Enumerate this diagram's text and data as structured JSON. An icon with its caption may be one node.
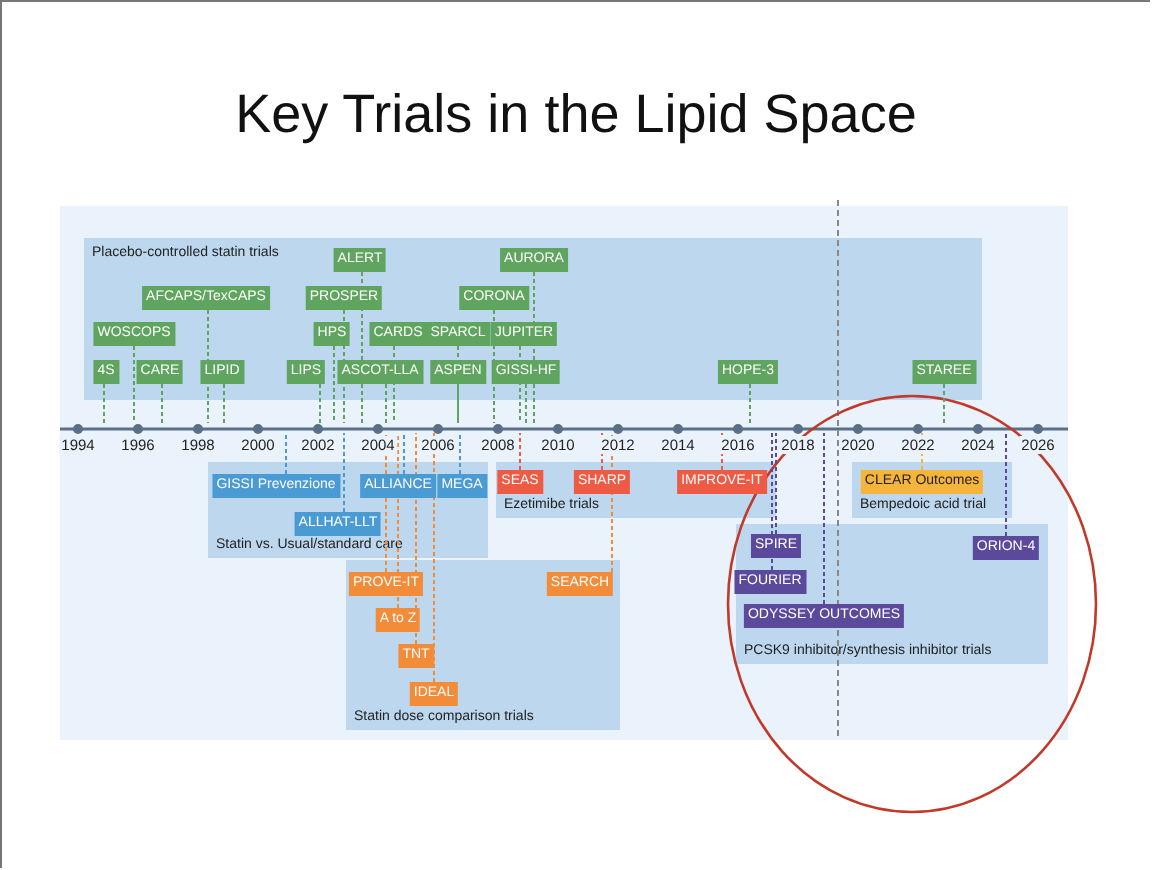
{
  "diagram": {
    "title": "Key Trials in the Lipid Space",
    "nodes": [
      {
        "text": [
          "Placebo-controlled statin trials"
        ]
      },
      {
        "text": [
          "4S"
        ],
        "in": 0
      },
      {
        "text": [
          "WOSCOPS"
        ],
        "in": 0
      },
      {
        "text": [
          "CARE"
        ],
        "in": 0
      },
      {
        "text": [
          "AFCAPS/TexCAPS"
        ],
        "in": 0
      },
      {
        "text": [
          "LIPID"
        ],
        "in": 0
      },
      {
        "text": [
          "ALERT"
        ],
        "in": 0
      },
      {
        "text": [
          "PROSPER"
        ],
        "in": 0
      },
      {
        "text": [
          "HPS"
        ],
        "in": 0
      },
      {
        "text": [
          "LIPS"
        ],
        "in": 0
      },
      {
        "text": [
          "ASCOT-LLA"
        ],
        "in": 0
      },
      {
        "text": [
          "CARDS"
        ],
        "in": 0
      },
      {
        "text": [
          "SPARCL"
        ],
        "in": 0
      },
      {
        "text": [
          "ASPEN"
        ],
        "in": 0
      },
      {
        "text": [
          "CORONA"
        ],
        "in": 0
      },
      {
        "text": [
          "AURORA"
        ],
        "in": 0
      },
      {
        "text": [
          "JUPITER"
        ],
        "in": 0
      },
      {
        "text": [
          "GISSI-HF"
        ],
        "in": 0
      },
      {
        "text": [
          "HOPE-3"
        ],
        "in": 0
      },
      {
        "text": [
          "STAREE"
        ],
        "in": 0
      },
      {
        "text": [
          "Statin vs. Usual/standard care"
        ]
      },
      {
        "text": [
          "GISSI Prevenzione"
        ],
        "in": 20
      },
      {
        "text": [
          "ALLIANCE"
        ],
        "in": 20
      },
      {
        "text": [
          "MEGA"
        ],
        "in": 20
      },
      {
        "text": [
          "ALLHAT-LLT"
        ],
        "in": 20
      },
      {
        "text": [
          "Ezetimibe trials"
        ]
      },
      {
        "text": [
          "SEAS"
        ],
        "in": 25
      },
      {
        "text": [
          "SHARP"
        ],
        "in": 25
      },
      {
        "text": [
          "IMPROVE-IT"
        ],
        "in": 25
      },
      {
        "text": [
          "Bempedoic acid trial"
        ]
      },
      {
        "text": [
          "CLEAR Outcomes"
        ],
        "in": 29
      },
      {
        "text": [
          "Statin dose comparison trials"
        ]
      },
      {
        "text": [
          "PROVE-IT"
        ],
        "in": 31
      },
      {
        "text": [
          "A to Z"
        ],
        "in": 31
      },
      {
        "text": [
          "TNT"
        ],
        "in": 31
      },
      {
        "text": [
          "IDEAL"
        ],
        "in": 31
      },
      {
        "text": [
          "SEARCH"
        ],
        "in": 31
      },
      {
        "text": [
          "PCSK9 inhibitor/synthesis inhibitor trials"
        ]
      },
      {
        "text": [
          "SPIRE"
        ],
        "in": 37
      },
      {
        "text": [
          "FOURIER"
        ],
        "in": 37
      },
      {
        "text": [
          "ODYSSEY OUTCOMES"
        ],
        "in": 37
      },
      {
        "text": [
          "ORION-4"
        ],
        "in": 37
      },
      {
        "text": [],
        "shape": "bar"
      }
    ],
    "edges": [
      {
        "from": 1,
        "to": 42,
        "arrow": "none"
      },
      {
        "from": 2,
        "to": 42,
        "arrow": "none"
      },
      {
        "from": 3,
        "to": 42,
        "arrow": "none"
      },
      {
        "from": 4,
        "to": 42,
        "arrow": "none"
      },
      {
        "from": 5,
        "to": 42,
        "arrow": "none"
      },
      {
        "from": 6,
        "to": 42,
        "arrow": "none"
      },
      {
        "from": 7,
        "to": 42,
        "arrow": "none"
      },
      {
        "from": 8,
        "to": 42,
        "arrow": "none"
      },
      {
        "from": 9,
        "to": 42,
        "arrow": "none"
      },
      {
        "from": 10,
        "to": 42,
        "arrow": "none"
      },
      {
        "from": 11,
        "to": 42,
        "arrow": "none"
      },
      {
        "from": 12,
        "to": 42,
        "arrow": "none"
      },
      {
        "from": 13,
        "to": 42,
        "arrow": "none"
      },
      {
        "from": 14,
        "to": 42,
        "arrow": "none"
      },
      {
        "from": 15,
        "to": 42,
        "arrow": "none"
      },
      {
        "from": 16,
        "to": 42,
        "arrow": "none"
      },
      {
        "from": 17,
        "to": 42,
        "arrow": "none"
      },
      {
        "from": 18,
        "to": 42,
        "arrow": "none"
      },
      {
        "from": 19,
        "to": 42,
        "arrow": "none"
      },
      {
        "from": 21,
        "to": 42,
        "arrow": "none",
        "color": "#4a9bd4"
      },
      {
        "from": 22,
        "to": 42,
        "arrow": "none",
        "color": "#4a9bd4"
      },
      {
        "from": 23,
        "to": 42,
        "arrow": "none",
        "color": "#4a9bd4"
      },
      {
        "from": 24,
        "to": 42,
        "arrow": "none",
        "color": "#4a9bd4"
      },
      {
        "from": 26,
        "to": 42,
        "arrow": "none",
        "color": "#ef5a44"
      },
      {
        "from": 27,
        "to": 42,
        "arrow": "none",
        "color": "#ef5a44"
      },
      {
        "from": 28,
        "to": 42,
        "arrow": "none",
        "color": "#ef5a44"
      },
      {
        "from": 30,
        "to": 42,
        "arrow": "none",
        "color": "#f5b43c"
      },
      {
        "from": 32,
        "to": 42,
        "arrow": "none",
        "color": "#f28c38"
      },
      {
        "from": 33,
        "to": 42,
        "arrow": "none",
        "color": "#f28c38"
      },
      {
        "from": 34,
        "to": 42,
        "arrow": "none",
        "color": "#f28c38"
      },
      {
        "from": 35,
        "to": 42,
        "arrow": "none",
        "color": "#f28c38"
      },
      {
        "from": 36,
        "to": 42,
        "arrow": "none",
        "color": "#f28c38"
      },
      {
        "from": 38,
        "to": 42,
        "arrow": "none",
        "color": "#5b4a9c"
      },
      {
        "from": 39,
        "to": 42,
        "arrow": "none",
        "color": "#5b4a9c"
      },
      {
        "from": 40,
        "to": 42,
        "arrow": "none",
        "color": "#5b4a9c"
      },
      {
        "from": 41,
        "to": 42,
        "arrow": "none",
        "color": "#5b4a9c"
      }
    ],
    "labels": [
      "1994",
      "1996",
      "1998",
      "2000",
      "2002",
      "2004",
      "2006",
      "2008",
      "2010",
      "2012",
      "2014",
      "2016",
      "2018",
      "2020",
      "2022",
      "2024",
      "2026"
    ]
  }
}
